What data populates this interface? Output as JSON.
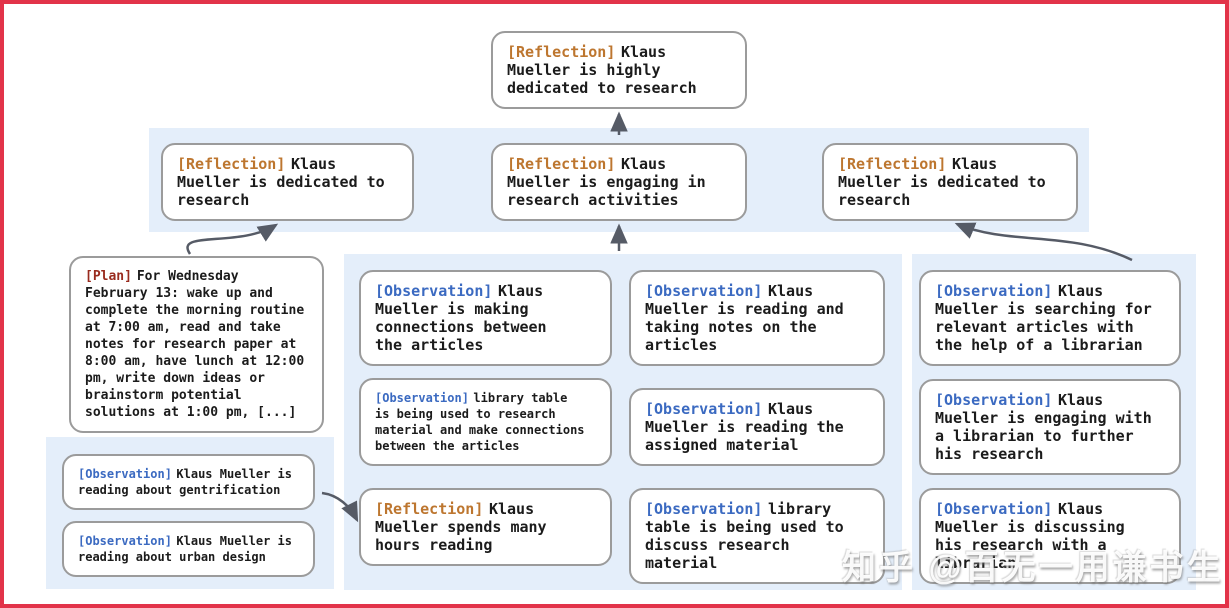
{
  "colors": {
    "frame_border": "#e23349",
    "band_background": "#e4eefa",
    "box_border": "#9b9b9b",
    "reflection_tag": "#bd762f",
    "observation_tag": "#3b6ac1",
    "plan_tag": "#992b1e",
    "body_text": "#1b1b1b",
    "arrow": "#565b66"
  },
  "nodes": {
    "top_reflection": {
      "tag": "[Reflection]",
      "text": "Klaus Mueller is highly dedicated to research"
    },
    "r2_left": {
      "tag": "[Reflection]",
      "text": "Klaus Mueller is dedicated to research"
    },
    "r2_mid": {
      "tag": "[Reflection]",
      "text": "Klaus Mueller is engaging in research activities"
    },
    "r2_right": {
      "tag": "[Reflection]",
      "text": "Klaus Mueller is dedicated to research"
    },
    "plan": {
      "tag": "[Plan]",
      "text": "For Wednesday February 13: wake up and complete the morning routine at 7:00 am, read and take notes for research paper at 8:00 am, have lunch at 12:00 pm, write down ideas or brainstorm potential solutions at 1:00 pm, [...]"
    },
    "left_obs_1": {
      "tag": "[Observation]",
      "text": "Klaus Mueller is reading about gentrification"
    },
    "left_obs_2": {
      "tag": "[Observation]",
      "text": "Klaus Mueller is reading about urban design"
    },
    "mid_obs_1": {
      "tag": "[Observation]",
      "text": "Klaus Mueller is making connections between the articles"
    },
    "mid_obs_2": {
      "tag": "[Observation]",
      "text": "library table is being used to research material and make connections between the articles"
    },
    "mid_refl": {
      "tag": "[Reflection]",
      "text": "Klaus Mueller spends many hours reading"
    },
    "mid2_obs_1": {
      "tag": "[Observation]",
      "text": "Klaus Mueller is reading and taking notes on the articles"
    },
    "mid2_obs_2": {
      "tag": "[Observation]",
      "text": "Klaus Mueller is reading the assigned material"
    },
    "mid2_obs_3": {
      "tag": "[Observation]",
      "text": "library table is being used to discuss research material"
    },
    "right_obs_1": {
      "tag": "[Observation]",
      "text": "Klaus Mueller is searching for relevant articles with the help of a librarian"
    },
    "right_obs_2": {
      "tag": "[Observation]",
      "text": "Klaus Mueller is engaging with a librarian to further his research"
    },
    "right_obs_3": {
      "tag": "[Observation]",
      "text": "Klaus Mueller is discussing his research with a librarian"
    }
  },
  "watermark": "知乎 @百无一用谦书生"
}
